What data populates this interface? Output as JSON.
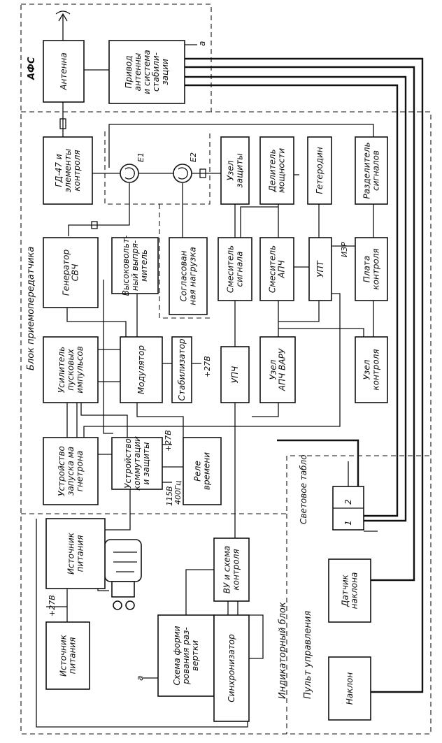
{
  "sections": {
    "afs": "АФС",
    "transceiver": "Блок приемопередатчика",
    "indicator": "Индикаторный блок",
    "control_panel": "Пульт управления",
    "light_board": "Световое табло"
  },
  "blocks": {
    "antenna": [
      "Антенна"
    ],
    "drive": [
      "Привод",
      "антенны",
      "и система",
      "стабили-",
      "зации"
    ],
    "gd47": [
      "ГД-47 и",
      "элементы",
      "контроля"
    ],
    "node_protect": [
      "Узел",
      "защиты"
    ],
    "power_divider": [
      "Делитель",
      "мощности"
    ],
    "heterodyne": [
      "Гетеродин"
    ],
    "signal_splitter": [
      "Разделитель",
      "сигналов"
    ],
    "microwave_gen": [
      "Генератор",
      "СВЧ"
    ],
    "hv_rectifier": [
      "Высоковольт-",
      "ный выпря-",
      "митель"
    ],
    "matched_load": [
      "Согласован",
      "ная нагрузка"
    ],
    "signal_mixer": [
      "Смеситель",
      "сигнала"
    ],
    "afc_mixer": [
      "Смеситель",
      "АПЧ"
    ],
    "upt": [
      "УПТ"
    ],
    "control_board": [
      "Плата",
      "контроля"
    ],
    "trigger_amp": [
      "Усилитель",
      "пусковых",
      "импульсов"
    ],
    "modulator": [
      "Модулятор"
    ],
    "stabilizer": [
      "Стабилизатор"
    ],
    "upch": [
      "УПЧ"
    ],
    "afc_agc": [
      "Узел",
      "АПЧ ВАРУ"
    ],
    "control_node": [
      "Узел",
      "контроля"
    ],
    "magnetron_start": [
      "Устройство",
      "запуска ма",
      "гнетрона"
    ],
    "switch_protect": [
      "Устройство",
      "коммутации",
      "и защиты"
    ],
    "time_relay": [
      "Реле",
      "времени"
    ],
    "power_supply_1": [
      "Источник",
      "питания"
    ],
    "vu_control": [
      "ВУ и схема",
      "контроля"
    ],
    "power_supply_2": [
      "Источник",
      "питания"
    ],
    "sweep_former": [
      "Схема форми",
      "рования раз-",
      "вертки"
    ],
    "synchronizer": [
      "Синхронизатор"
    ],
    "tilt_sensor": [
      "Датчик",
      "наклона"
    ],
    "tilt": [
      "Наклон"
    ]
  },
  "tablo_cells": [
    "1",
    "2"
  ],
  "labels": {
    "e1": "Е1",
    "e2": "Е2",
    "izr": "ИЗР",
    "p27_stab": "+27В",
    "p27_switch": "+27В",
    "v115": "115В",
    "hz400": "400Гц",
    "p27_power": "+27В",
    "a_top": "а",
    "a_bottom": "а"
  },
  "colors": {
    "ink": "#111111",
    "paper": "#ffffff"
  }
}
